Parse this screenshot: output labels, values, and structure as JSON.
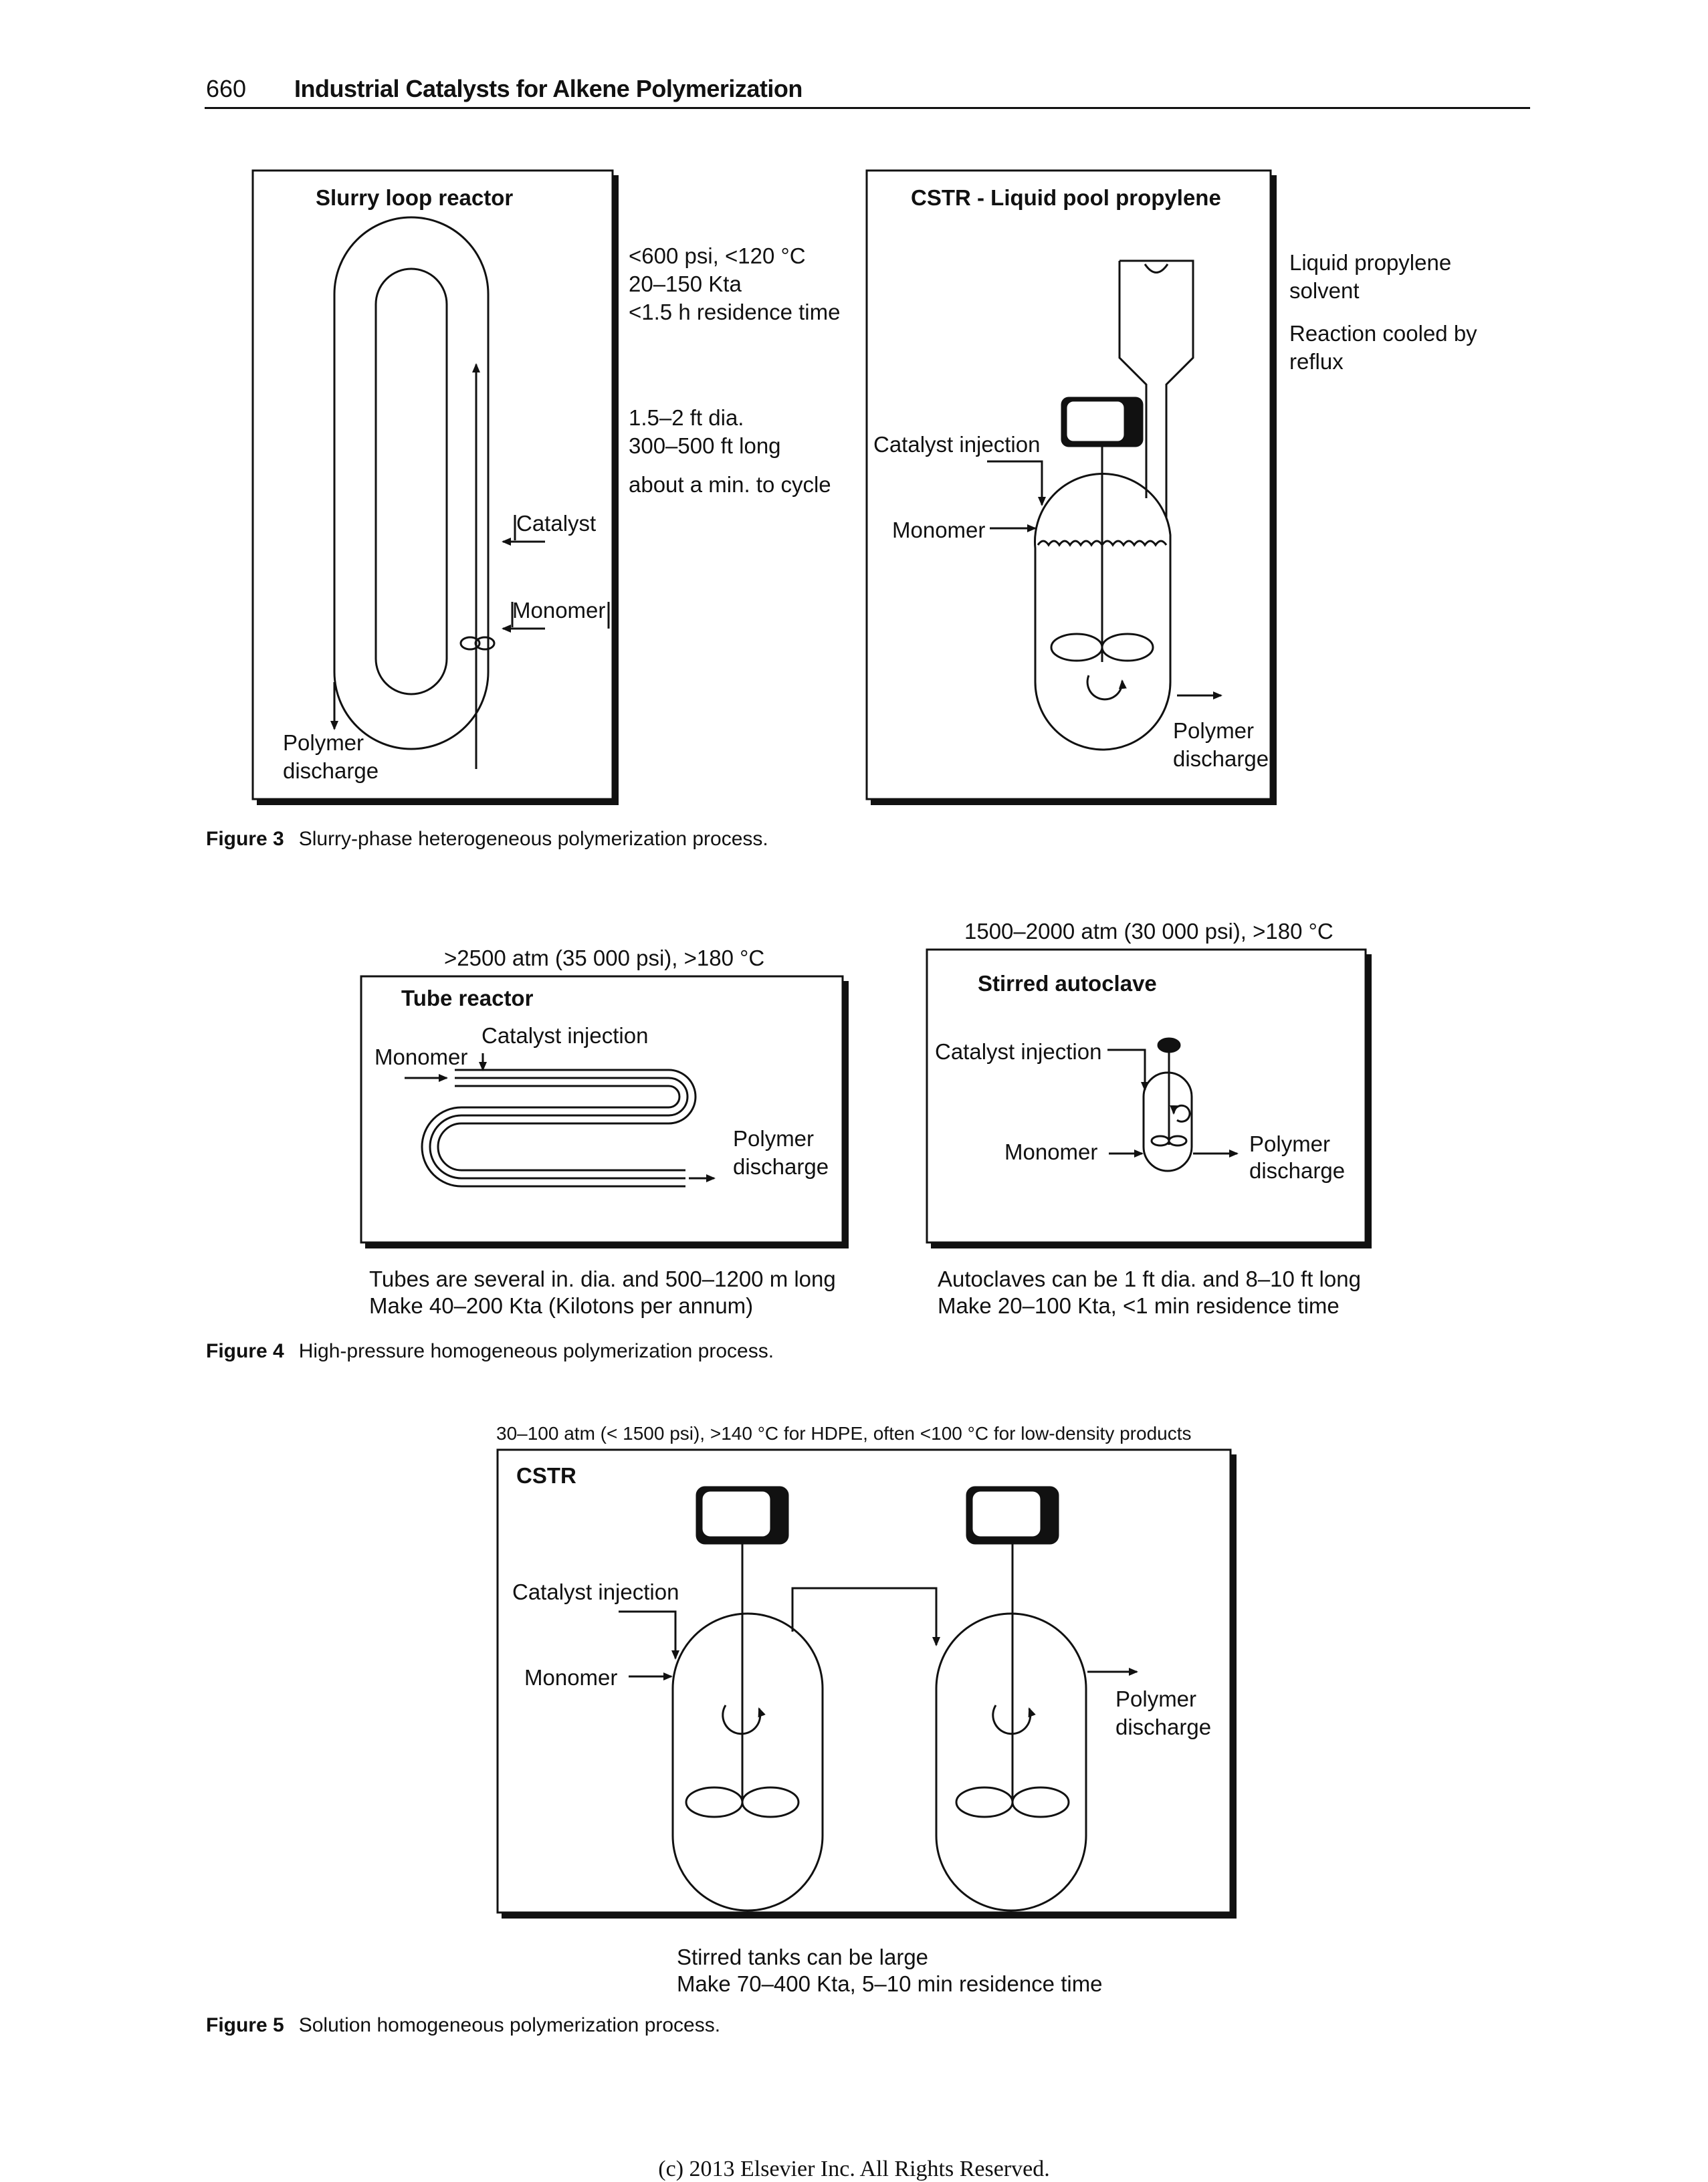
{
  "header": {
    "page_number": "660",
    "title": "Industrial Catalysts for Alkene Polymerization"
  },
  "figure3": {
    "caption_label": "Figure 3",
    "caption_text": "Slurry-phase heterogeneous polymerization process.",
    "slurry": {
      "title": "Slurry loop reactor",
      "conditions": [
        "<600 psi, <120 °C",
        "20–150 Kta",
        "<1.5 h residence time"
      ],
      "dims": [
        "1.5–2 ft dia.",
        "300–500 ft long"
      ],
      "cycle": "about a min. to cycle",
      "catalyst": "Catalyst",
      "monomer": "Monomer",
      "discharge": [
        "Polymer",
        "discharge"
      ]
    },
    "cstr_liquid": {
      "title": "CSTR - Liquid pool propylene",
      "solvent": [
        "Liquid propylene",
        "solvent"
      ],
      "cooled": [
        "Reaction cooled by",
        "reflux"
      ],
      "catalyst_injection": "Catalyst injection",
      "monomer": "Monomer",
      "discharge": [
        "Polymer",
        "discharge"
      ]
    }
  },
  "figure4": {
    "caption_label": "Figure 4",
    "caption_text": "High-pressure homogeneous polymerization process.",
    "tube": {
      "conditions": ">2500 atm (35 000 psi), >180 °C",
      "title": "Tube reactor",
      "catalyst_injection": "Catalyst injection",
      "monomer": "Monomer",
      "discharge": [
        "Polymer",
        "discharge"
      ],
      "note": [
        "Tubes are several in. dia. and 500–1200 m long",
        "Make 40–200 Kta (Kilotons per annum)"
      ]
    },
    "autoclave": {
      "conditions": "1500–2000 atm (30 000 psi), >180 °C",
      "title": "Stirred autoclave",
      "catalyst_injection": "Catalyst injection",
      "monomer": "Monomer",
      "discharge": [
        "Polymer",
        "discharge"
      ],
      "note": [
        "Autoclaves can be 1 ft dia. and 8–10 ft long",
        "Make 20–100 Kta, <1 min residence time"
      ]
    }
  },
  "figure5": {
    "caption_label": "Figure 5",
    "caption_text": "Solution homogeneous polymerization process.",
    "conditions": "30–100 atm (< 1500 psi), >140 °C for HDPE, often <100 °C for low-density products",
    "title": "CSTR",
    "catalyst_injection": "Catalyst injection",
    "monomer": "Monomer",
    "discharge": [
      "Polymer",
      "discharge"
    ],
    "note": [
      "Stirred tanks can be large",
      "Make 70–400 Kta, 5–10 min residence time"
    ]
  },
  "footer": "(c) 2013 Elsevier Inc. All Rights Reserved."
}
